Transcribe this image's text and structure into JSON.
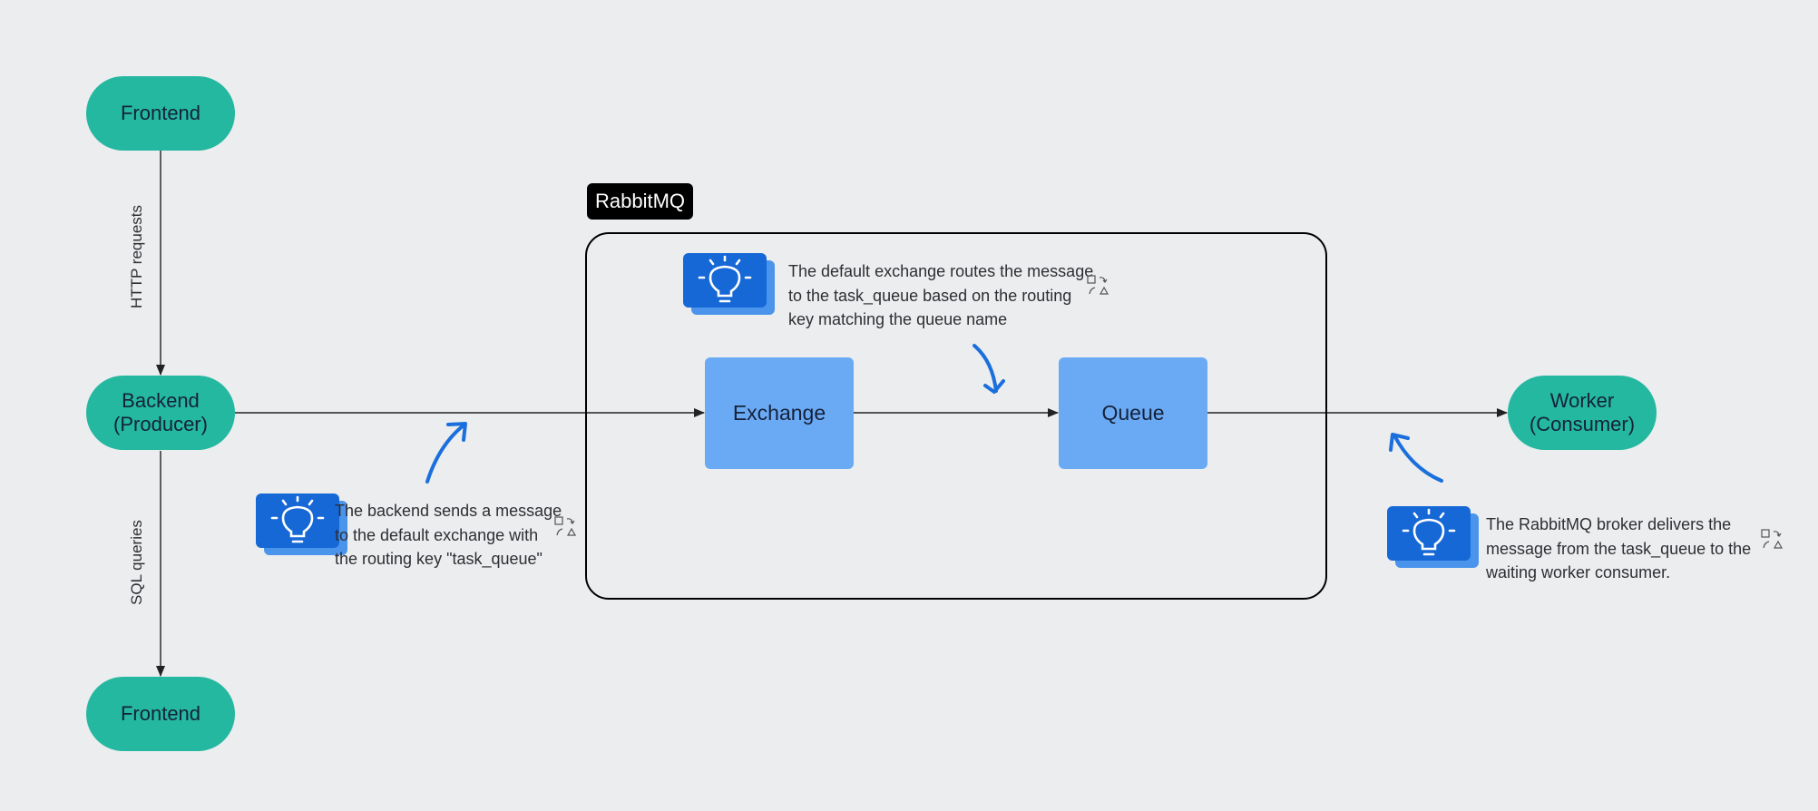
{
  "nodes": {
    "frontend_top": "Frontend",
    "backend": "Backend\n(Producer)",
    "frontend_bottom": "Frontend",
    "exchange": "Exchange",
    "queue": "Queue",
    "worker": "Worker\n(Consumer)"
  },
  "group": {
    "label": "RabbitMQ"
  },
  "edges": {
    "http": "HTTP requests",
    "sql": "SQL queries"
  },
  "notes": {
    "backend": "The backend sends a message\nto the default exchange with\nthe routing key \"task_queue\"",
    "exchange": "The default exchange routes the message\nto the task_queue based on the routing\nkey matching the queue name",
    "broker": "The RabbitMQ broker delivers the\nmessage from the task_queue to the\nwaiting worker consumer."
  },
  "icons": [
    "lightbulb-icon",
    "shape-tools-icon",
    "curved-arrow-icon"
  ],
  "colors": {
    "background": "#ebedef",
    "pill": "#24b8a0",
    "box": "#6aaaf4",
    "bulb": "#1668d6",
    "annotation_arrow": "#1a6fdc",
    "edge": "#222222"
  }
}
